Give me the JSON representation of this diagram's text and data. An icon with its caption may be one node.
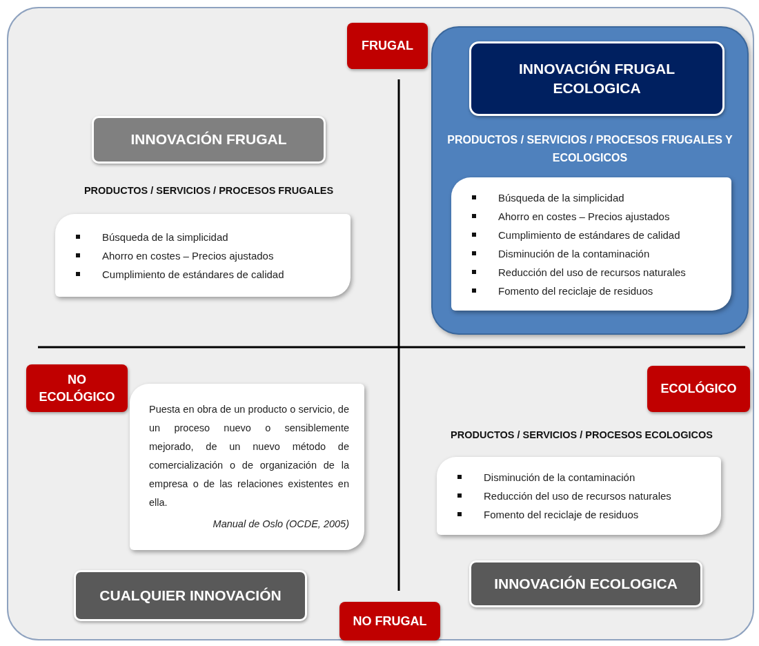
{
  "diagram": {
    "nodes": [
      {
        "text": [
          "FRUGAL"
        ]
      },
      {
        "text": [
          "PRODUCTOS / SERVICIOS / PROCESOS FRUGALES Y ECOLOGICOS"
        ]
      },
      {
        "text": [
          "INNOVACIÓN FRUGAL ECOLOGICA"
        ],
        "in": 1
      },
      {
        "text": [
          "Búsqueda de la simplicidad",
          "Ahorro en costes – Precios ajustados",
          "Cumplimiento de estándares de calidad",
          "Disminución de la contaminación",
          "Reducción del uso de recursos naturales",
          "Fomento del reciclaje de residuos"
        ],
        "in": 1
      },
      {
        "text": [
          "INNOVACIÓN FRUGAL"
        ]
      },
      {
        "text": [
          "Búsqueda de la simplicidad",
          "Ahorro en costes – Precios ajustados",
          "Cumplimiento de estándares de calidad"
        ]
      },
      {
        "text": [
          "NO ECOLÓGICO"
        ]
      },
      {
        "text": [
          "ECOLÓGICO"
        ]
      },
      {
        "text": [
          "Puesta en obra de un producto o servicio, de un proceso nuevo o sensiblemente mejorado, de un nuevo método de comercialización o de organización de la empresa o de las relaciones existentes en ella.",
          "Manual de Oslo (OCDE, 2005)"
        ]
      },
      {
        "text": [
          "Disminución de la contaminación",
          "Reducción del uso de recursos naturales",
          "Fomento del reciclaje de residuos"
        ]
      },
      {
        "text": [
          "CUALQUIER INNOVACIÓN"
        ]
      },
      {
        "text": [
          "INNOVACIÓN ECOLOGICA"
        ]
      },
      {
        "text": [
          "NO FRUGAL"
        ]
      }
    ],
    "labels": [
      "PRODUCTOS / SERVICIOS / PROCESOS FRUGALES",
      "PRODUCTOS / SERVICIOS / PROCESOS ECOLOGICOS"
    ]
  }
}
